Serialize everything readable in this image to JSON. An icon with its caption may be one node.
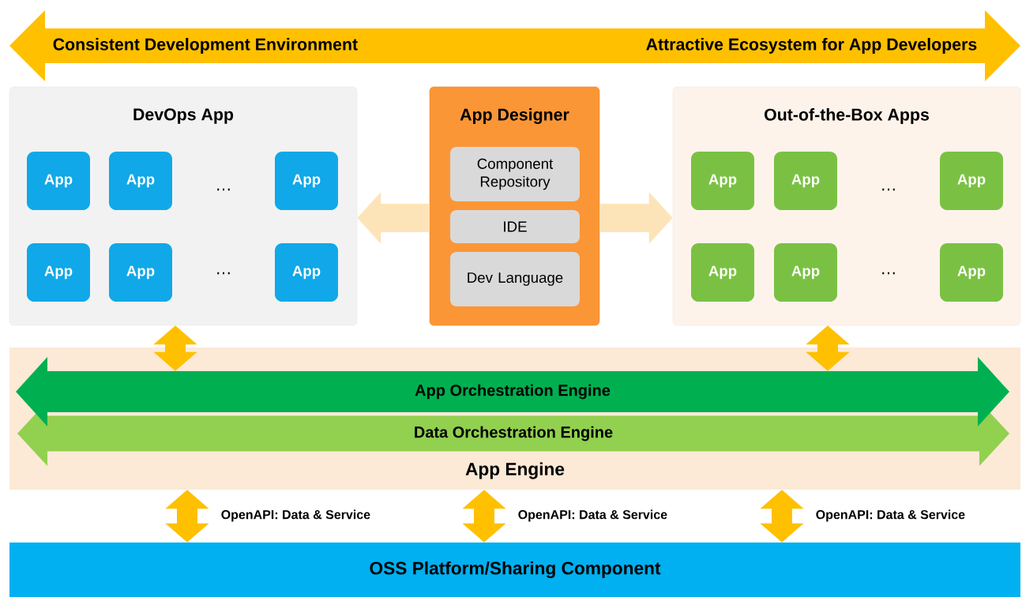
{
  "diagram": {
    "nodes": [
      {
        "text": [
          "Consistent Development Environment",
          "Attractive Ecosystem for App Developers"
        ]
      },
      {
        "text": [
          "DevOps App"
        ]
      },
      {
        "text": [
          "App"
        ],
        "in": 1
      },
      {
        "text": [
          "App"
        ],
        "in": 1
      },
      {
        "text": [
          "App"
        ],
        "in": 1
      },
      {
        "text": [
          "App"
        ],
        "in": 1
      },
      {
        "text": [
          "App"
        ],
        "in": 1
      },
      {
        "text": [
          "App"
        ],
        "in": 1
      },
      {
        "text": [
          "App Designer"
        ]
      },
      {
        "text": [
          "Component Repository"
        ],
        "in": 8
      },
      {
        "text": [
          "IDE"
        ],
        "in": 8
      },
      {
        "text": [
          "Dev Language"
        ],
        "in": 8
      },
      {
        "text": [
          "Out-of-the-Box Apps"
        ]
      },
      {
        "text": [
          "App"
        ],
        "in": 12
      },
      {
        "text": [
          "App"
        ],
        "in": 12
      },
      {
        "text": [
          "App"
        ],
        "in": 12
      },
      {
        "text": [
          "App"
        ],
        "in": 12
      },
      {
        "text": [
          "App"
        ],
        "in": 12
      },
      {
        "text": [
          "App"
        ],
        "in": 12
      },
      {
        "text": [
          "App Engine"
        ]
      },
      {
        "text": [
          "App Orchestration Engine"
        ],
        "in": 19
      },
      {
        "text": [
          "Data Orchestration Engine"
        ],
        "in": 19
      },
      {
        "text": [
          "OSS Platform/Sharing Component"
        ]
      }
    ],
    "edges": [
      {
        "from": 8,
        "to": 1,
        "arrow": "to",
        "color": "#fde4b8"
      },
      {
        "from": 8,
        "to": 12,
        "arrow": "to",
        "color": "#fde4b8"
      },
      {
        "from": 1,
        "to": 20,
        "arrow": "both"
      },
      {
        "from": 12,
        "to": 20,
        "arrow": "both"
      },
      {
        "from": 19,
        "to": 22,
        "arrow": "both",
        "label": "OpenAPI: Data & Service"
      },
      {
        "from": 19,
        "to": 22,
        "arrow": "both",
        "label": "OpenAPI: Data & Service"
      },
      {
        "from": 19,
        "to": 22,
        "arrow": "both",
        "label": "OpenAPI: Data & Service"
      }
    ],
    "labels": [
      "…",
      "…",
      "…",
      "…"
    ]
  }
}
